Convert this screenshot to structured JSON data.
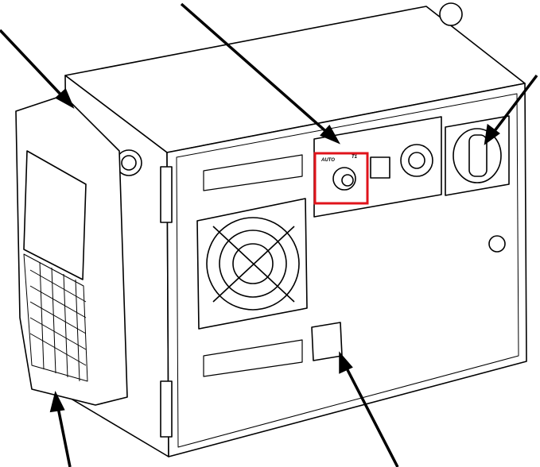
{
  "diagram": {
    "subject": "robot-controller-cabinet",
    "mode_switch": {
      "label_auto": "AUTO",
      "label_t1": "T1"
    },
    "highlight_color": "#e0131b",
    "line_color": "#000000"
  }
}
